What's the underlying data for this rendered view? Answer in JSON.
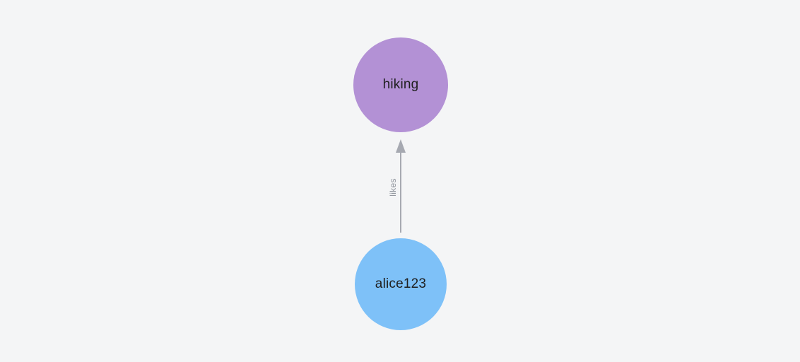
{
  "canvas": {
    "background_color": "#f4f5f6"
  },
  "graph": {
    "nodes": [
      {
        "id": "hiking",
        "label": "hiking",
        "fill_color": "#b391d5",
        "text_color": "#1f1f1f"
      },
      {
        "id": "alice123",
        "label": "alice123",
        "fill_color": "#7ec1f8",
        "text_color": "#1f1f1f"
      }
    ],
    "edges": [
      {
        "from": "alice123",
        "to": "hiking",
        "label": "likes",
        "line_color": "#a6a9b1",
        "label_color": "#8e939b"
      }
    ]
  }
}
